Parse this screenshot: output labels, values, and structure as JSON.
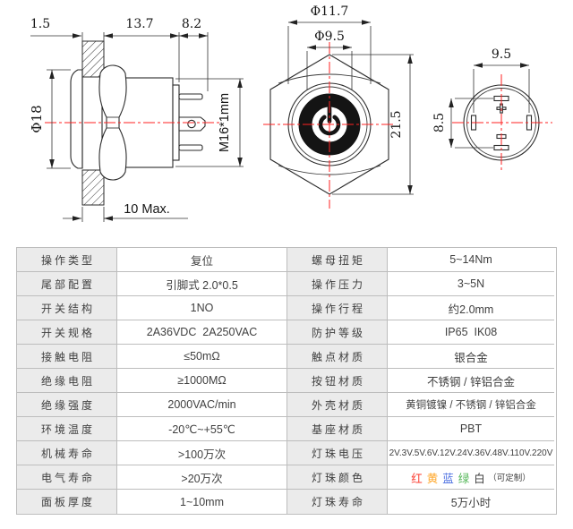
{
  "drawings": {
    "side_view": {
      "dim_panel_thickness": "1.5",
      "dim_body_length": "13.7",
      "dim_pin_length": "8.2",
      "dim_head_diameter": "Φ18",
      "dim_thread": "M16*1mm",
      "dim_panel_max": "10 Max."
    },
    "front_view": {
      "dim_outer_diameter": "Φ11.7",
      "dim_face_diameter": "Φ9.5",
      "dim_height": "21.5"
    },
    "rear_view": {
      "dim_pin_pitch_h": "9.5",
      "dim_pin_pitch_v": "8.5"
    }
  },
  "colors": {
    "centerline_red": "#ff2222",
    "table_border": "#bdbdbd",
    "label_cell_bg": "#ebebeb",
    "text": "#3f3f3f"
  },
  "table": {
    "left_rows": [
      {
        "label": "操作类型",
        "value": "复位"
      },
      {
        "label": "尾部配置",
        "value": "引脚式 2.0*0.5"
      },
      {
        "label": "开关结构",
        "value": "1NO"
      },
      {
        "label": "开关规格",
        "value": "2A36VDC  2A250VAC"
      },
      {
        "label": "接触电阻",
        "value": "≤50mΩ"
      },
      {
        "label": "绝缘电阻",
        "value": "≥1000MΩ"
      },
      {
        "label": "绝缘强度",
        "value": "2000VAC/min"
      },
      {
        "label": "环境温度",
        "value": "-20℃~+55℃"
      },
      {
        "label": "机械寿命",
        "value": ">100万次"
      },
      {
        "label": "电气寿命",
        "value": ">20万次"
      },
      {
        "label": "面板厚度",
        "value": "1~10mm"
      }
    ],
    "right_rows": [
      {
        "label": "螺母扭矩",
        "value": "5~14Nm"
      },
      {
        "label": "操作压力",
        "value": "3~5N"
      },
      {
        "label": "操作行程",
        "value": "约2.0mm"
      },
      {
        "label": "防护等级",
        "value": "IP65  IK08"
      },
      {
        "label": "触点材质",
        "value": "银合金"
      },
      {
        "label": "按钮材质",
        "value": "不锈钢 / 锌铝合金"
      },
      {
        "label": "外壳材质",
        "value": "黄铜镀镍 / 不锈钢 / 锌铝合金"
      },
      {
        "label": "基座材质",
        "value": "PBT"
      },
      {
        "label": "灯珠电压",
        "value": "2V.3V.5V.6V.12V.24V.36V.48V.110V.220V"
      },
      {
        "label": "灯珠颜色",
        "value": ""
      },
      {
        "label": "灯珠寿命",
        "value": "5万小时"
      }
    ],
    "led_colors": {
      "items": [
        {
          "text": "红",
          "hex": "#fb3b2f"
        },
        {
          "text": "黄",
          "hex": "#ffa525"
        },
        {
          "text": "蓝",
          "hex": "#4a6ee0"
        },
        {
          "text": "绿",
          "hex": "#52b656"
        },
        {
          "text": "白",
          "hex": "#3f3f3f"
        }
      ],
      "note": "（可定制）"
    }
  }
}
